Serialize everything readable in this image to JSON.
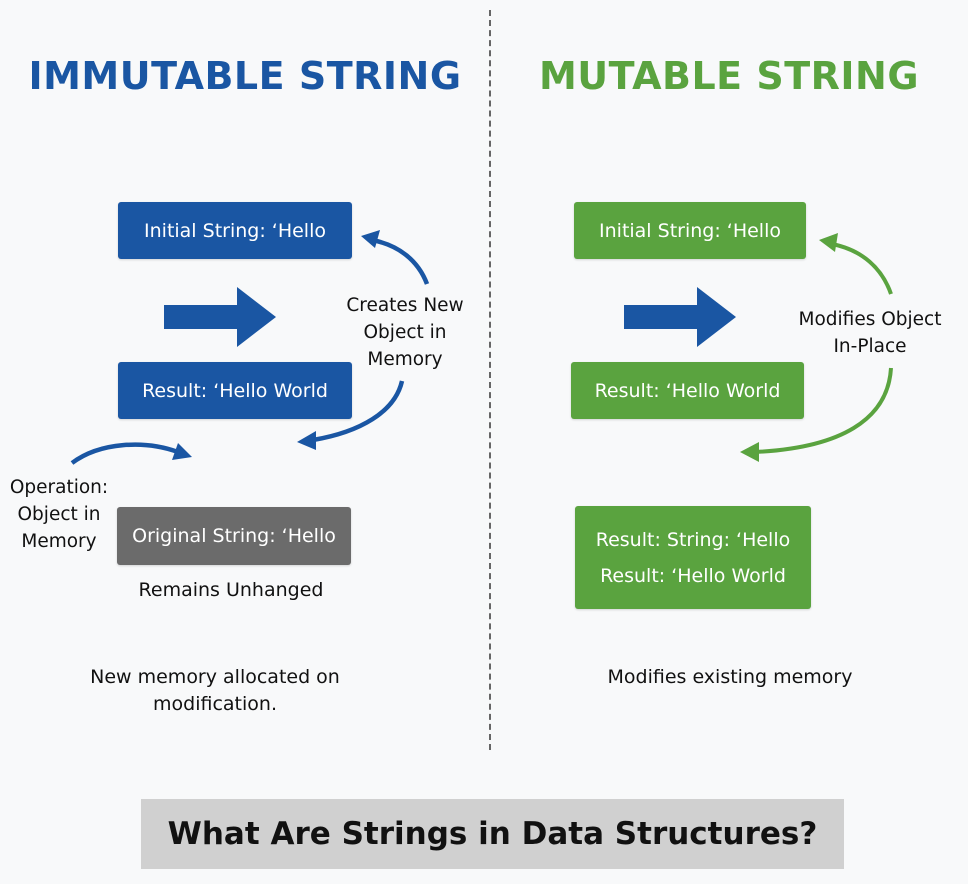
{
  "colors": {
    "immutable_accent": "#1a56a3",
    "mutable_accent": "#5aa33f",
    "original_box": "#6b6b6b",
    "footer_bg": "#d0d0d0"
  },
  "immutable": {
    "heading": "IMMUTABLE STRING",
    "initial_box": "Initial String: ‘Hello",
    "result_box": "Result: ‘Hello World",
    "cycle_label": [
      "Creates New",
      "Object in",
      "Memory"
    ],
    "operation_label": [
      "Operation:",
      "Object in",
      "Memory"
    ],
    "original_box": "Original String: ‘Hello",
    "original_caption": "Remains Unhanged",
    "summary": [
      "New memory allocated on",
      "modification."
    ]
  },
  "mutable": {
    "heading": "MUTABLE STRING",
    "initial_box": "Initial String: ‘Hello",
    "result_box": "Result: ‘Hello World",
    "cycle_label": [
      "Modifies Object",
      "In-Place"
    ],
    "final_box_lines": [
      "Result: String: ‘Hello",
      "Result: ‘Hello World"
    ],
    "summary": "Modifies existing memory"
  },
  "icons": {
    "immutable_transform_arrow": "right-block-arrow",
    "immutable_cycle_arrows": "curved-arrows",
    "mutable_transform_arrow": "right-block-arrow",
    "mutable_cycle_arrows": "curved-arrows"
  },
  "footer": {
    "title": "What Are Strings in Data Structures?"
  }
}
